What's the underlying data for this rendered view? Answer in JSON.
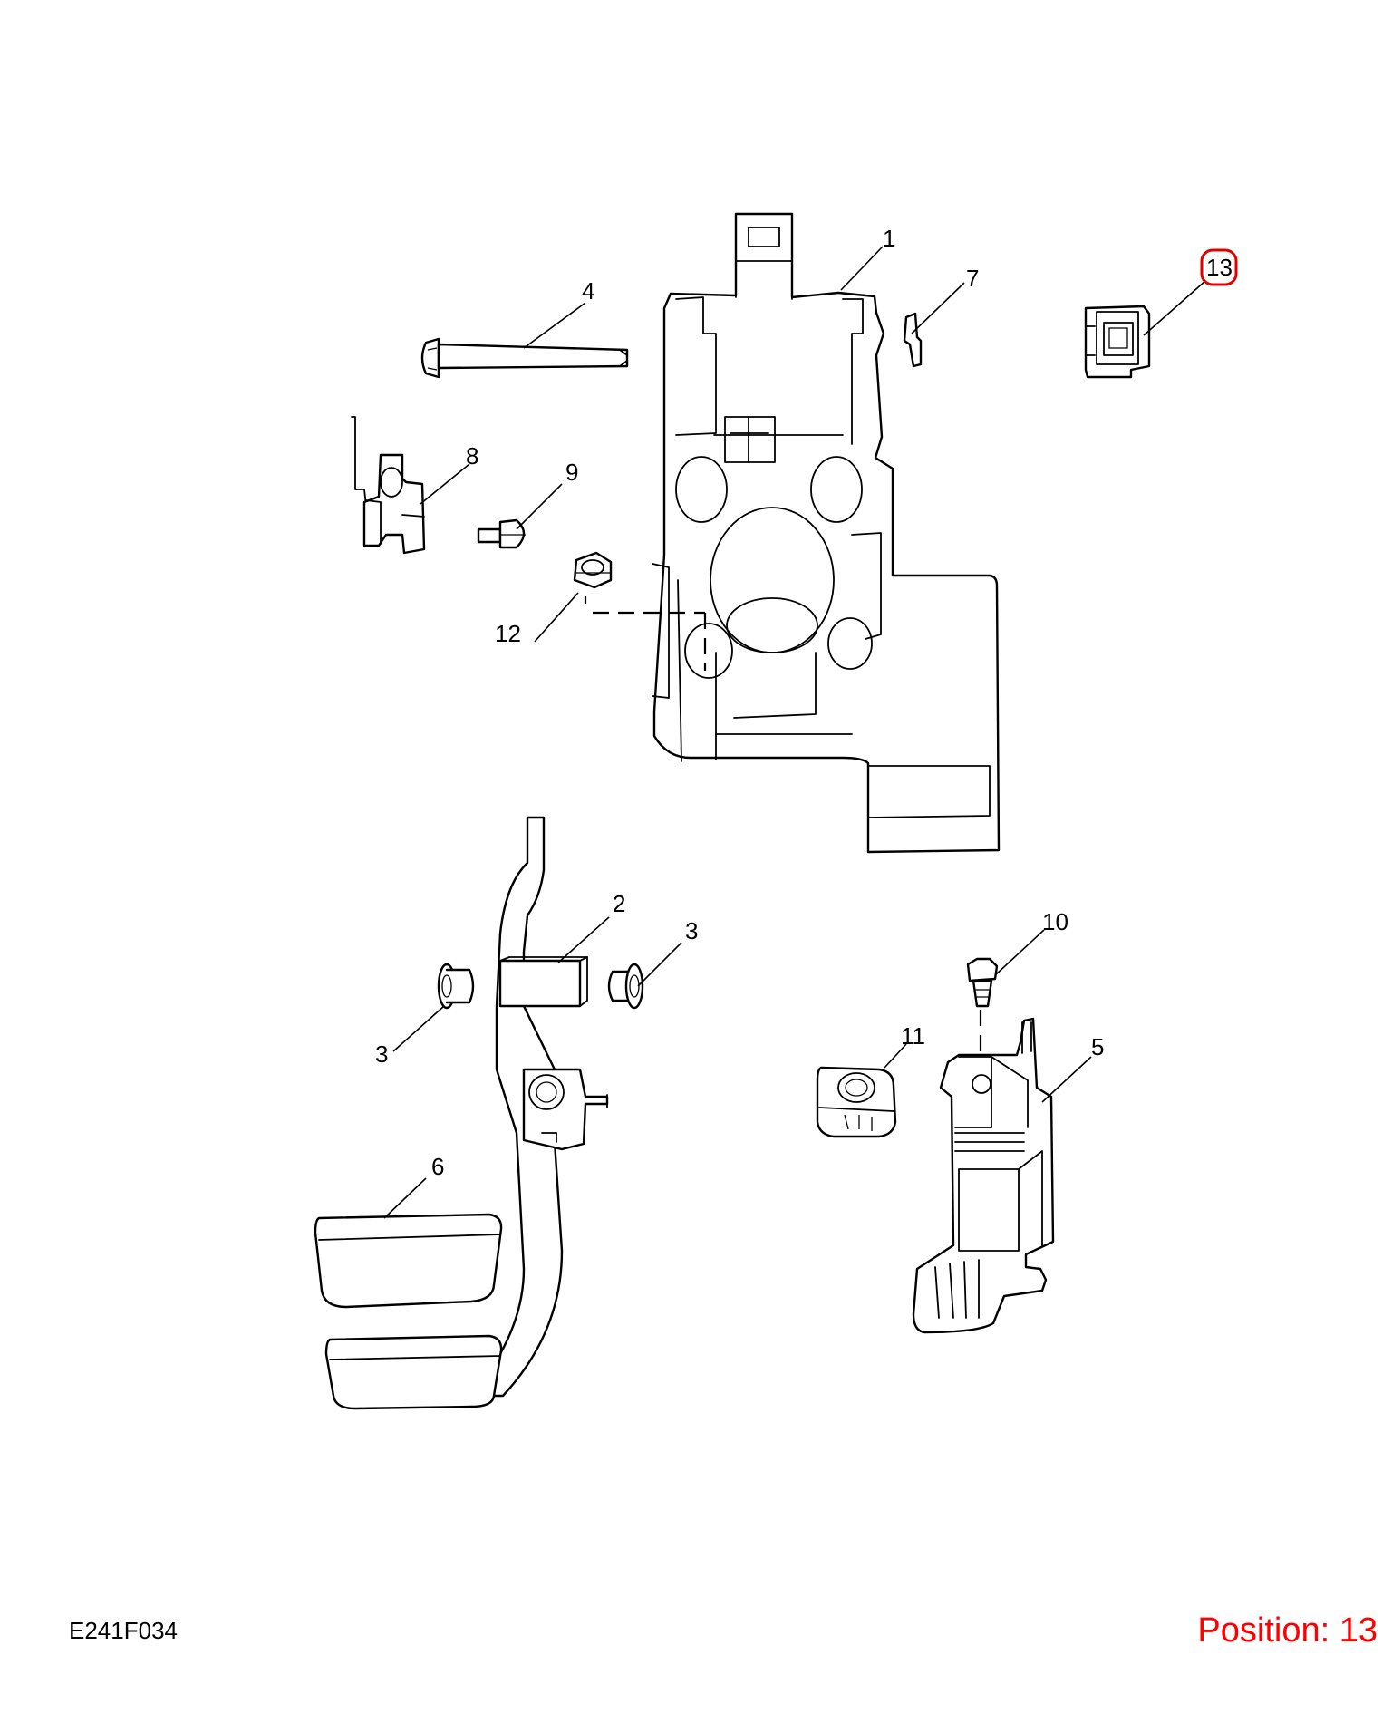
{
  "diagram": {
    "code": "E241F034",
    "selected_position": "13",
    "highlight_color": "#e00000",
    "callouts": [
      "1",
      "2",
      "3",
      "3",
      "4",
      "5",
      "6",
      "7",
      "8",
      "9",
      "10",
      "11",
      "12",
      "13"
    ]
  },
  "footer": {
    "code_label": "E241F034",
    "position_label": "Position: 13",
    "position_color": "#ff0000"
  }
}
